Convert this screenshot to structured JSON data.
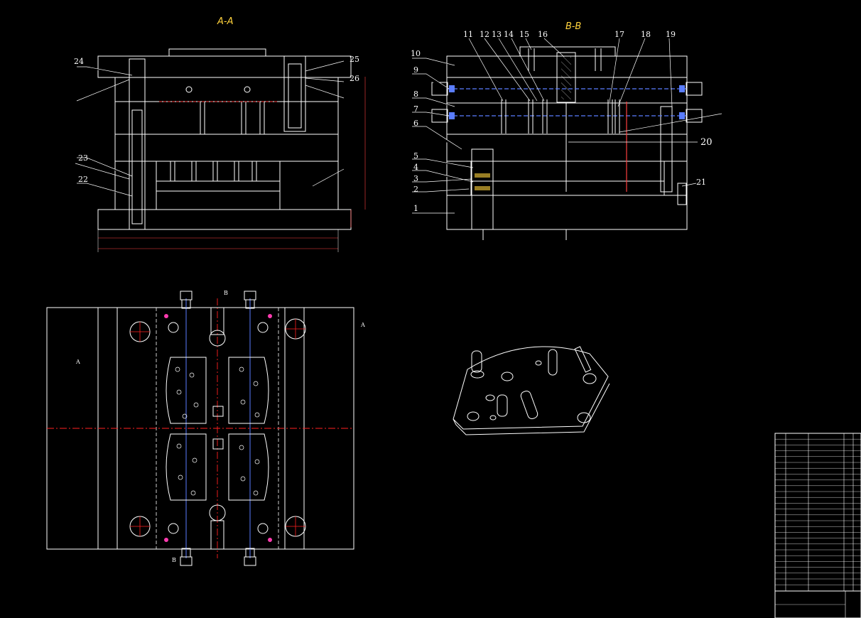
{
  "drawing": {
    "section_aa_title": "A-A",
    "section_bb_title": "B-B",
    "labels_aa": [
      "24",
      "23",
      "22",
      "25",
      "26"
    ],
    "labels_bb_left": [
      "10",
      "9",
      "8",
      "7",
      "6",
      "5",
      "4",
      "3",
      "2",
      "1"
    ],
    "labels_bb_top": [
      "11",
      "12",
      "13",
      "14",
      "15",
      "16",
      "17",
      "18",
      "19"
    ],
    "labels_bb_right": [
      "20",
      "21"
    ],
    "plan_marks": [
      "B",
      "B",
      "A",
      "A"
    ]
  },
  "colors": {
    "background": "#000000",
    "line": "#ffffff",
    "title": "#ffd23c",
    "centerline": "#ff2020",
    "dimension": "#ff4040",
    "cooling": "#5a7dff"
  }
}
